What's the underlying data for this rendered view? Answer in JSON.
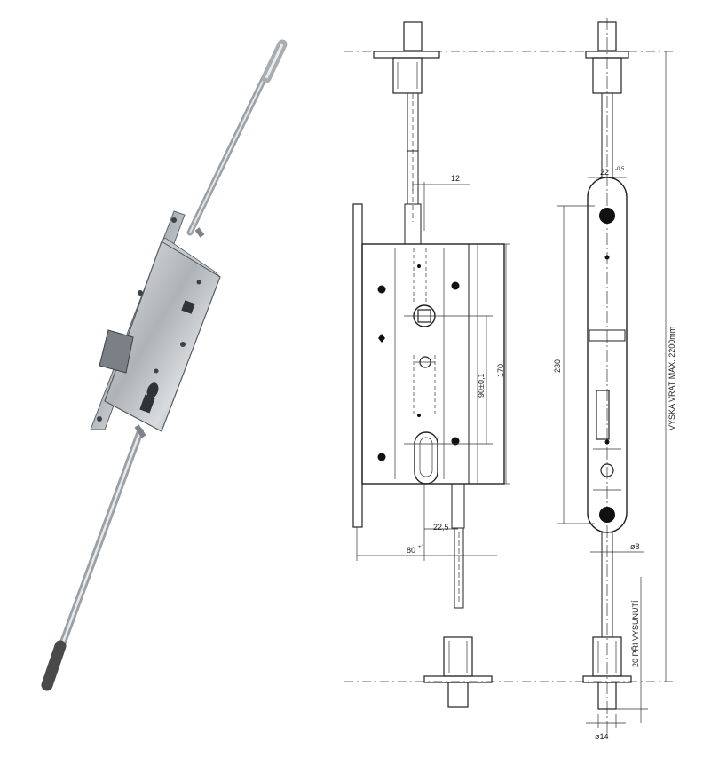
{
  "dimensions": {
    "d12": "12",
    "d22_5": "22,5",
    "d80": "80",
    "d80_tol": "+1",
    "d90": "90±0,1",
    "d170": "170",
    "d230": "230",
    "d22": "22",
    "d22_tol": "-0,5",
    "d8": "ø8",
    "d14": "ø14",
    "d20": "20 PŘI VYSUNUTÍ",
    "d2200": "VÝŠKA VRAT MAX. 2200mm"
  },
  "colors": {
    "line": "#222222",
    "metal_light": "#c9ccd0",
    "metal_dark": "#6f757b",
    "rod_end": "#4a4a4a"
  }
}
